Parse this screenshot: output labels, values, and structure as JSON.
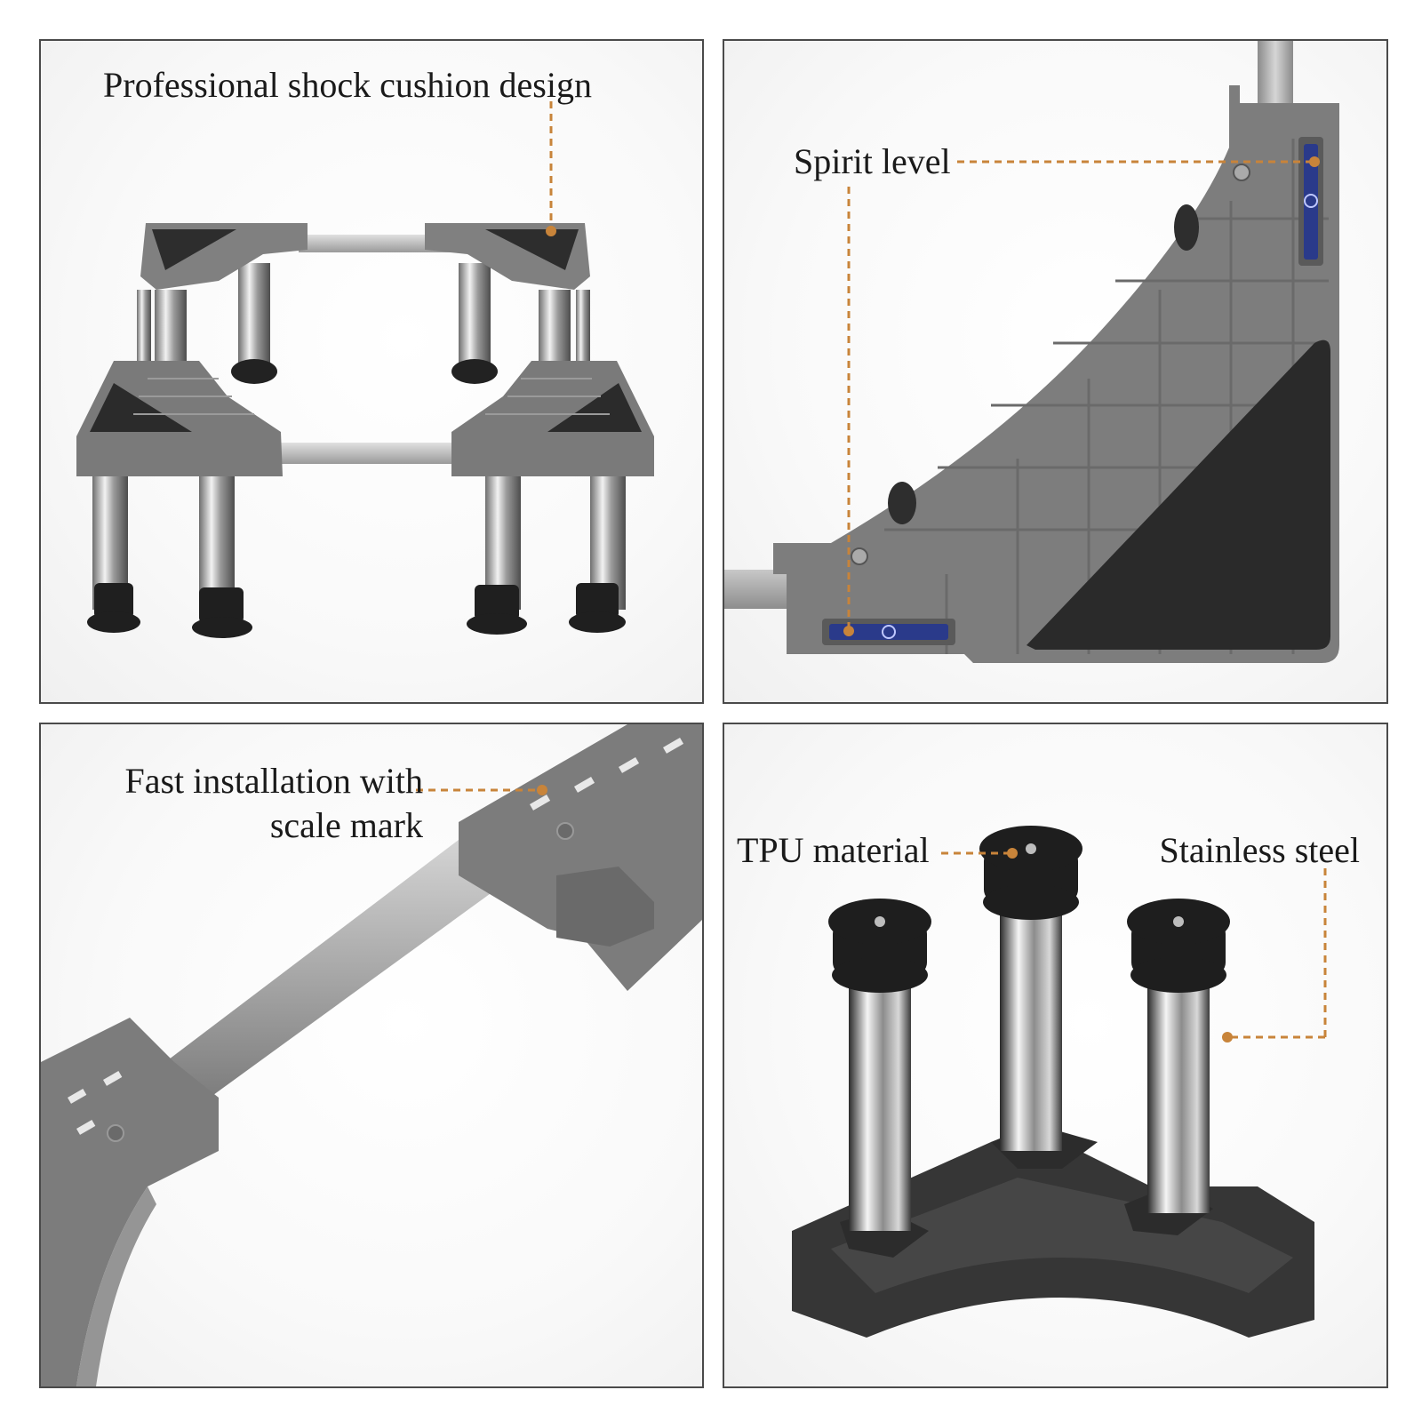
{
  "panels": {
    "shock": {
      "label": "Professional shock cushion design"
    },
    "level": {
      "label": "Spirit level"
    },
    "install": {
      "label_line1": "Fast installation with",
      "label_line2": "scale mark"
    },
    "feet": {
      "label_tpu": "TPU material",
      "label_steel": "Stainless steel"
    }
  },
  "colors": {
    "frame_grey": "#7d7d7d",
    "pad_black": "#2b2b2b",
    "steel": "#c9c9c9",
    "leader_orange": "#c8843a",
    "border": "#4a4a4a"
  }
}
